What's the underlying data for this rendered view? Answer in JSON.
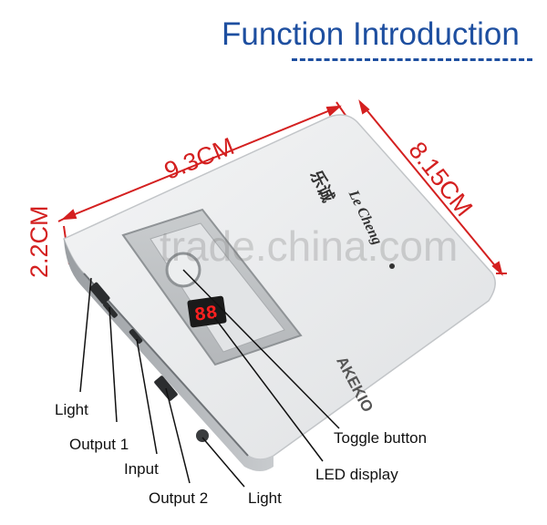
{
  "header": {
    "title": "Function Introduction"
  },
  "dimensions": {
    "length": "9.3CM",
    "width": "8.15CM",
    "height": "2.2CM"
  },
  "product": {
    "brand_en": "Le Cheng",
    "brand_cn": "乐诚",
    "model": "AKEKIO",
    "led_readout": "88"
  },
  "watermark": "trade.china.com",
  "labels": {
    "light_left": "Light",
    "output1": "Output 1",
    "input": "Input",
    "output2": "Output 2",
    "light_bottom": "Light",
    "toggle": "Toggle button",
    "led": "LED display"
  },
  "colors": {
    "title": "#1e4fa0",
    "dimension": "#d42020",
    "led": "#ff2020"
  }
}
